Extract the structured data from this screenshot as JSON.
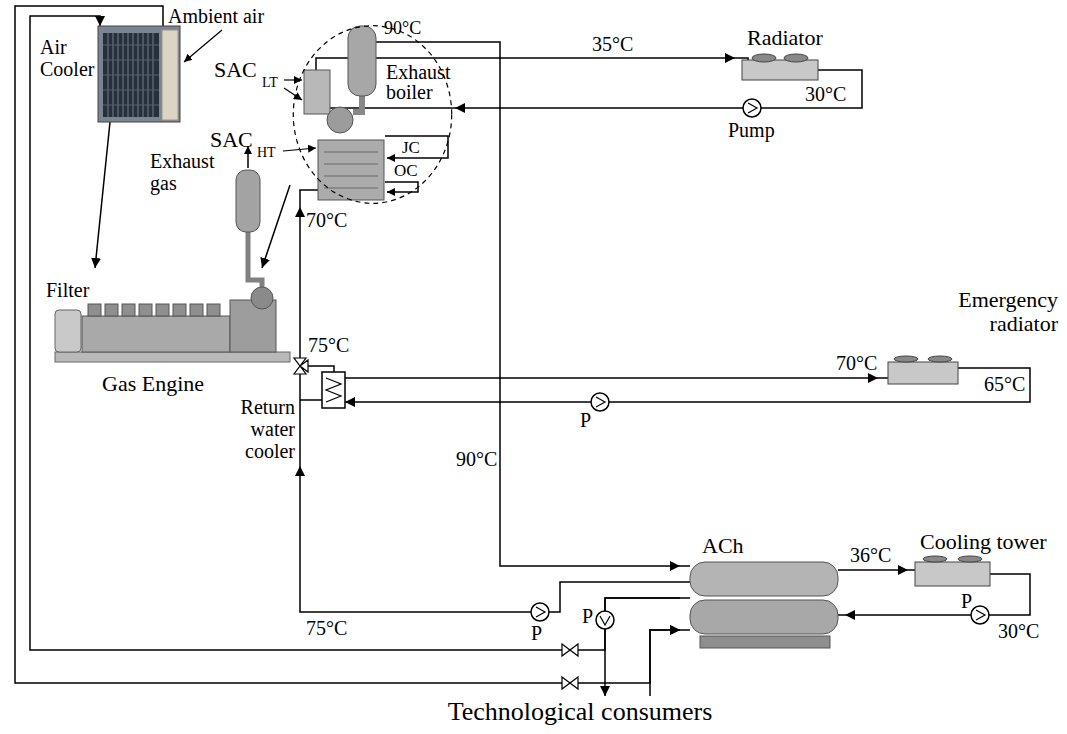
{
  "diagram": {
    "nodes": [
      {
        "text": [
          "Air Cooler"
        ]
      },
      {
        "text": [
          "JC",
          "OC"
        ]
      },
      {
        "text": [
          "Exhaust boiler"
        ],
        "in": 1
      },
      {
        "text": [
          "Radiator"
        ]
      },
      {
        "text": [
          "Gas Engine"
        ]
      },
      {
        "text": [
          "Return water cooler"
        ]
      },
      {
        "text": [
          "Emergency radiator"
        ]
      },
      {
        "text": [
          "ACh"
        ]
      },
      {
        "text": [
          "Cooling tower"
        ]
      },
      {
        "text": [
          "Technological consumers"
        ]
      }
    ],
    "edges": [
      {
        "from": 0,
        "to": 4,
        "arrow": "to"
      },
      {
        "from": 1,
        "to": 4,
        "arrow": "to"
      },
      {
        "from": 1,
        "to": 3,
        "arrow": "to"
      },
      {
        "from": 3,
        "to": 1,
        "arrow": "to"
      },
      {
        "from": 2,
        "to": 7,
        "arrow": "to"
      },
      {
        "from": 7,
        "to": 5,
        "arrow": "to"
      },
      {
        "from": 5,
        "to": 1,
        "arrow": "to"
      },
      {
        "from": 5,
        "to": 6,
        "arrow": "to"
      },
      {
        "from": 6,
        "to": 5,
        "arrow": "to"
      },
      {
        "from": 7,
        "to": 8,
        "arrow": "to"
      },
      {
        "from": 8,
        "to": 7,
        "arrow": "to"
      },
      {
        "from": 7,
        "to": 9,
        "arrow": "to"
      },
      {
        "from": 9,
        "to": 7,
        "arrow": "to"
      },
      {
        "from": 7,
        "to": 0,
        "arrow": "to"
      },
      {
        "from": 0,
        "to": 7,
        "arrow": "to"
      }
    ],
    "labels": [
      "Ambient air",
      "SAC",
      "LT",
      "SAC",
      "HT",
      "Exhaust gas",
      "Filter",
      "90°C",
      "35°C",
      "30°C",
      "Pump",
      "70°C",
      "75°C",
      "70°C",
      "65°C",
      "P",
      "90°C",
      "75°C",
      "P",
      "P",
      "36°C",
      "P",
      "30°C"
    ]
  }
}
